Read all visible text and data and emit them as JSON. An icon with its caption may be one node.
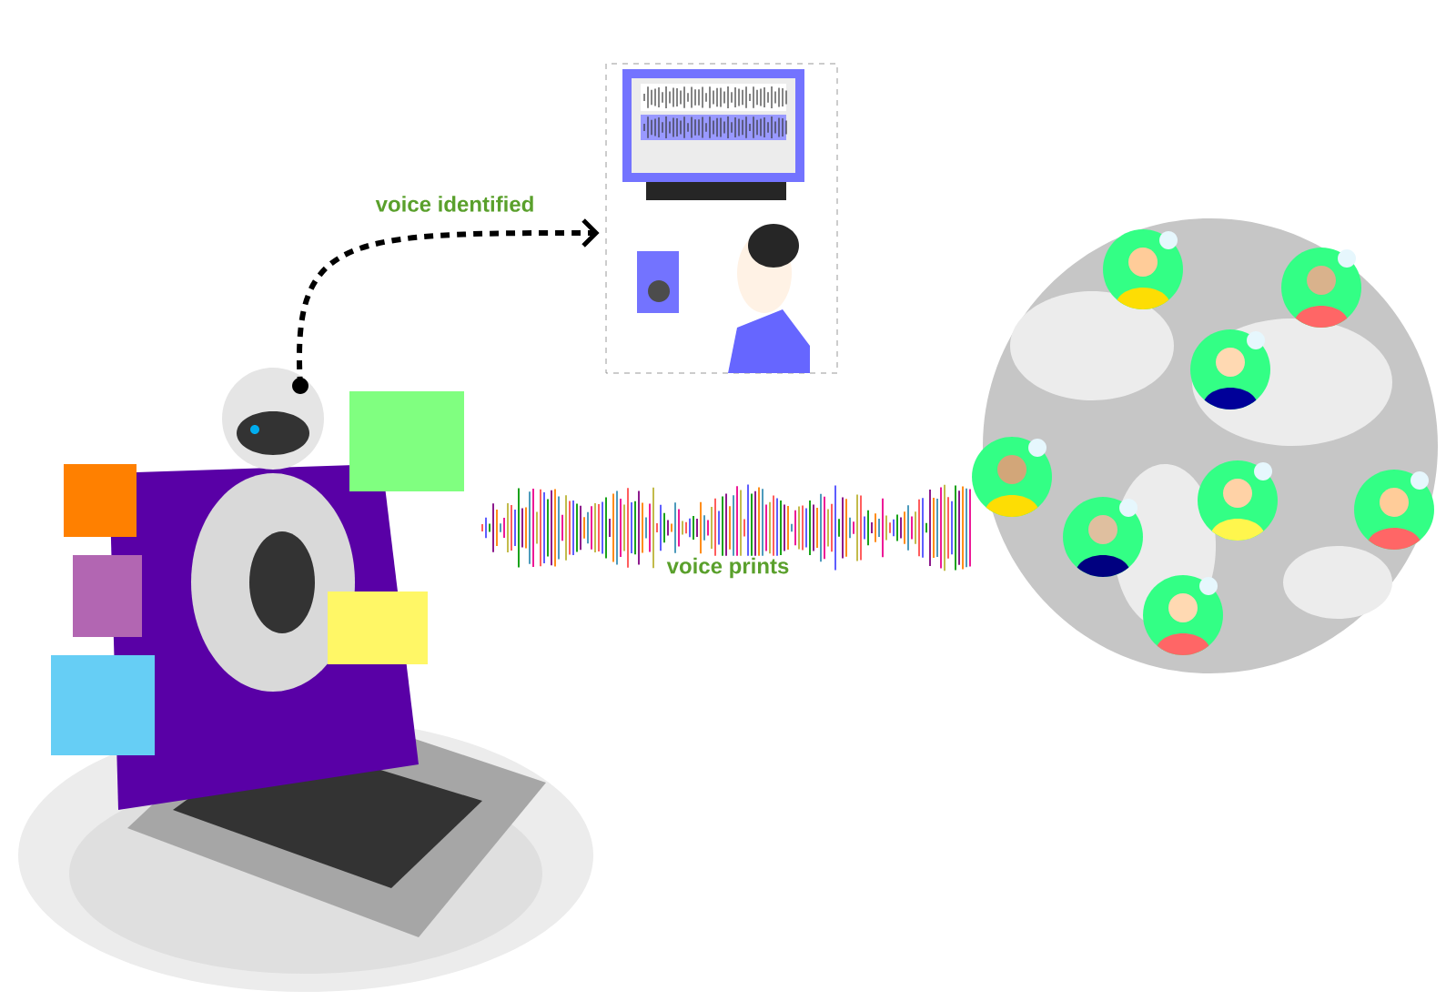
{
  "diagram": {
    "nodes": [
      {
        "text": [],
        "shape": "picture"
      },
      {
        "text": [],
        "shape": "picture"
      },
      {
        "text": [],
        "shape": "picture"
      }
    ],
    "edges": [
      {
        "from": 0,
        "to": 1,
        "arrow": "to",
        "style": "dashed",
        "label": "voice identified"
      }
    ],
    "labels": [
      "voice prints"
    ]
  }
}
